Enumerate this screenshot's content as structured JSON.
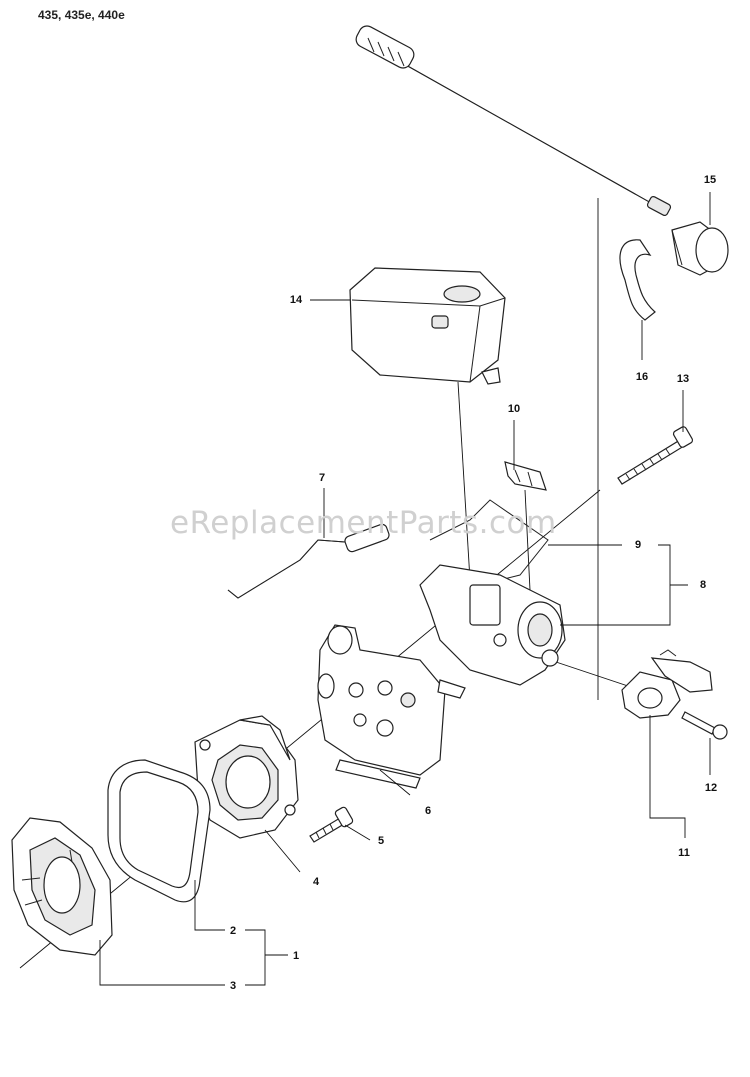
{
  "header": {
    "models": "435, 435e, 440e"
  },
  "watermark": "eReplacementParts.com",
  "callouts": {
    "c1": "1",
    "c2": "2",
    "c3": "3",
    "c4": "4",
    "c5": "5",
    "c6": "6",
    "c7": "7",
    "c8": "8",
    "c9": "9",
    "c10": "10",
    "c11": "11",
    "c12": "12",
    "c13": "13",
    "c14": "14",
    "c15": "15",
    "c16": "16"
  }
}
